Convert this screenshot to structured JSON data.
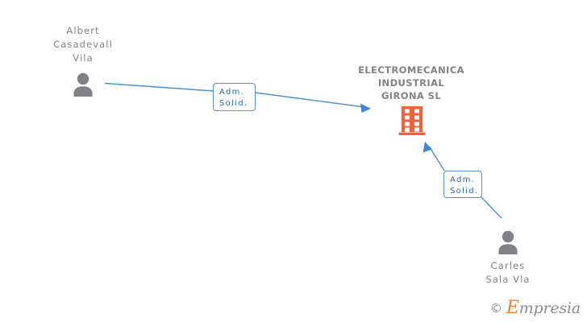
{
  "diagram": {
    "type": "company-relationship-graph",
    "background_color": "#ffffff",
    "colors": {
      "node_text": "#808285",
      "person_icon": "#808285",
      "company_icon": "#f4623a",
      "edge": "#4a91d6",
      "label_border": "#4a91d6",
      "label_text": "#2f6ca8",
      "watermark_accent": "#f07e26"
    },
    "company": {
      "name": "ELECTROMECANICA\nINDUSTRIAL\nGIRONA SL",
      "icon": "building-icon"
    },
    "persons": [
      {
        "id": "person-albert",
        "name": "Albert\nCasadevall\nVila",
        "icon": "person-icon"
      },
      {
        "id": "person-carles",
        "name": "Carles\nSala Vla",
        "icon": "person-icon"
      }
    ],
    "relations": [
      {
        "id": "relation-albert",
        "line1": "Adm.",
        "line2": "Solid.",
        "from": "person-albert",
        "to": "company"
      },
      {
        "id": "relation-carles",
        "line1": "Adm.",
        "line2": "Solid.",
        "from": "person-carles",
        "to": "company"
      }
    ]
  },
  "watermark": {
    "copyright": "©",
    "brand_first": "E",
    "brand_rest": "mpresia"
  }
}
